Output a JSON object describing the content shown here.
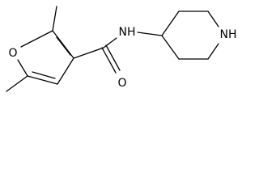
{
  "structure": {
    "atoms": {
      "oxygen_ring": "O",
      "oxygen_carbonyl": "O",
      "nitrogen_amide": "NH",
      "nitrogen_ring": "NH"
    }
  },
  "colors": {
    "bond": "#000000",
    "label": "#000000",
    "background": "#ffffff"
  }
}
